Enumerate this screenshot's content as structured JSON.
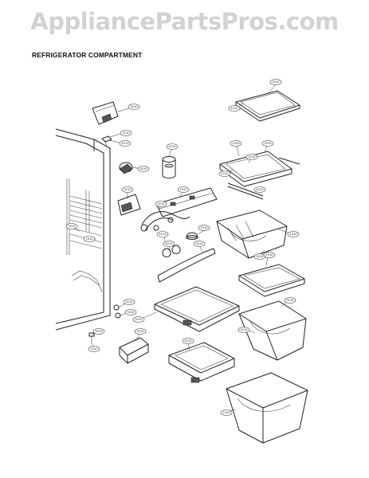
{
  "watermark": "AppliancePartsPros.com",
  "heading": "REFRIGERATOR COMPARTMENT",
  "callouts": [
    {
      "id": "callout-1",
      "label": "3210"
    },
    {
      "id": "callout-2",
      "label": "3210"
    },
    {
      "id": "callout-3",
      "label": "3210"
    },
    {
      "id": "callout-4",
      "label": "4210"
    },
    {
      "id": "callout-5",
      "label": "4210"
    },
    {
      "id": "callout-6",
      "label": "5210"
    },
    {
      "id": "callout-7",
      "label": "1310"
    },
    {
      "id": "callout-8",
      "label": "3210"
    },
    {
      "id": "callout-9",
      "label": "3210"
    },
    {
      "id": "callout-10",
      "label": "4210"
    },
    {
      "id": "callout-11",
      "label": "4210"
    },
    {
      "id": "callout-12",
      "label": "3210"
    },
    {
      "id": "callout-13",
      "label": "3210"
    },
    {
      "id": "callout-14",
      "label": "1910"
    },
    {
      "id": "callout-15",
      "label": "1910"
    },
    {
      "id": "callout-16",
      "label": "4210"
    },
    {
      "id": "callout-17",
      "label": "4210"
    },
    {
      "id": "callout-18",
      "label": "3210"
    },
    {
      "id": "callout-19",
      "label": "1010"
    },
    {
      "id": "callout-20",
      "label": "3210"
    },
    {
      "id": "callout-21",
      "label": "1010"
    },
    {
      "id": "callout-22",
      "label": "3210"
    },
    {
      "id": "callout-23",
      "label": "3210"
    },
    {
      "id": "callout-24",
      "label": "3210"
    },
    {
      "id": "callout-25",
      "label": "3210"
    },
    {
      "id": "callout-26",
      "label": "3210"
    },
    {
      "id": "callout-27",
      "label": "3210"
    },
    {
      "id": "callout-28",
      "label": "1510"
    },
    {
      "id": "callout-29",
      "label": "3210"
    },
    {
      "id": "callout-30",
      "label": "3210"
    },
    {
      "id": "callout-31",
      "label": "1010"
    },
    {
      "id": "callout-32",
      "label": "4210"
    },
    {
      "id": "callout-33",
      "label": "1910"
    },
    {
      "id": "callout-34",
      "label": "1010"
    }
  ]
}
